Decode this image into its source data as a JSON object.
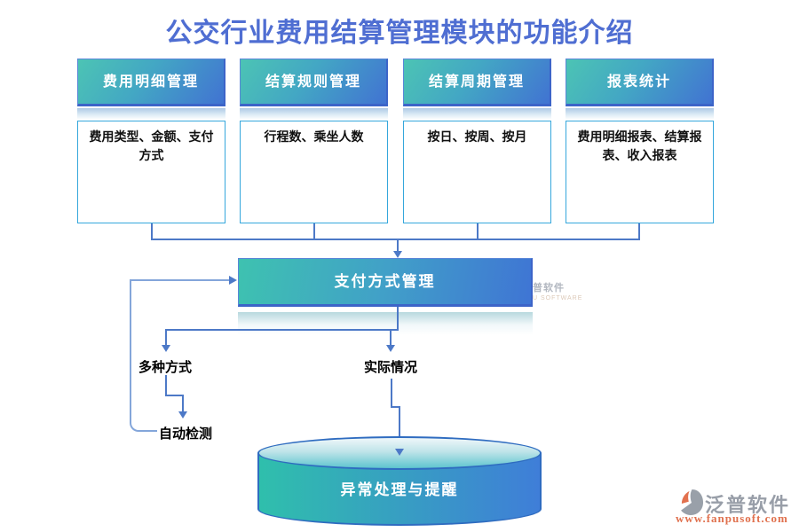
{
  "title": "公交行业费用结算管理模块的功能介绍",
  "columns": [
    {
      "header": "费用明细管理",
      "body": "费用类型、金额、支付方式"
    },
    {
      "header": "结算规则管理",
      "body": "行程数、乘坐人数"
    },
    {
      "header": "结算周期管理",
      "body": "按日、按周、按月"
    },
    {
      "header": "报表统计",
      "body": "费用明细报表、结算报表、收入报表"
    }
  ],
  "payment_box": {
    "label": "支付方式管理"
  },
  "branches": {
    "left_label": "多种方式",
    "right_label": "实际情况",
    "left_child_label": "自动检测"
  },
  "cylinder": {
    "label": "异常处理与提醒"
  },
  "watermark_mid": {
    "text": "普软件",
    "subtext": "U SOFTWARE"
  },
  "logo": {
    "name": "泛普软件",
    "url": "www.fanpusoft.com",
    "icon": "fanpu-logo-icon"
  },
  "colors": {
    "title_blue": "#4f6ed2",
    "gradient_teal": "#3ec2b0",
    "gradient_blue": "#4173d2",
    "box_border_cyan": "#35a7dc",
    "connector_blue": "#4d79c7",
    "cylinder_border": "#2f6cc0",
    "logo_gray": "#989ea8",
    "logo_orange": "#e0714e"
  }
}
